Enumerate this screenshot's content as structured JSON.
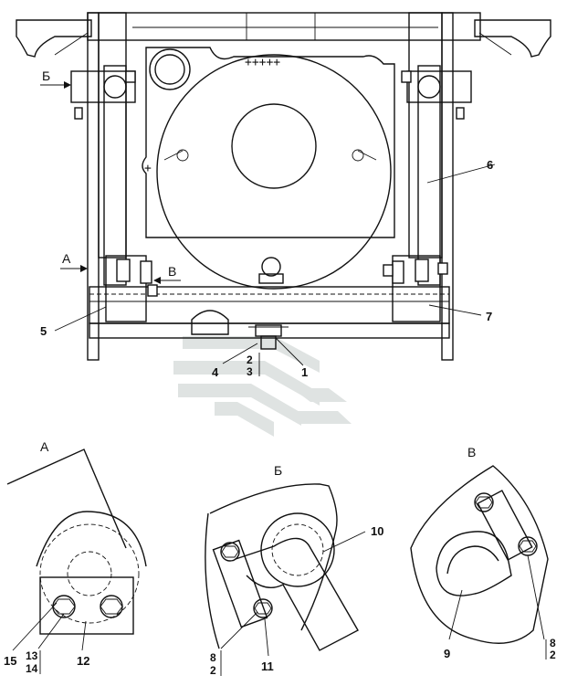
{
  "main_view": {
    "markers": {
      "b_left": "Б",
      "a_left": "А",
      "v_mid": "В"
    },
    "plus_marks": "+++++",
    "callouts": {
      "c1": "1",
      "c2": "2",
      "c3": "3",
      "c4": "4",
      "c5": "5",
      "c6": "6",
      "c7": "7"
    }
  },
  "detail_a": {
    "title": "А",
    "callouts": {
      "c12": "12",
      "c13": "13",
      "c14": "14",
      "c15": "15"
    }
  },
  "detail_b": {
    "title": "Б",
    "callouts": {
      "c10": "10",
      "c11": "11",
      "c8": "8",
      "c2": "2"
    }
  },
  "detail_v": {
    "title": "В",
    "callouts": {
      "c9": "9",
      "c8": "8",
      "c2": "2"
    }
  },
  "colors": {
    "line": "#111111",
    "watermark": "#dfe3e2"
  }
}
